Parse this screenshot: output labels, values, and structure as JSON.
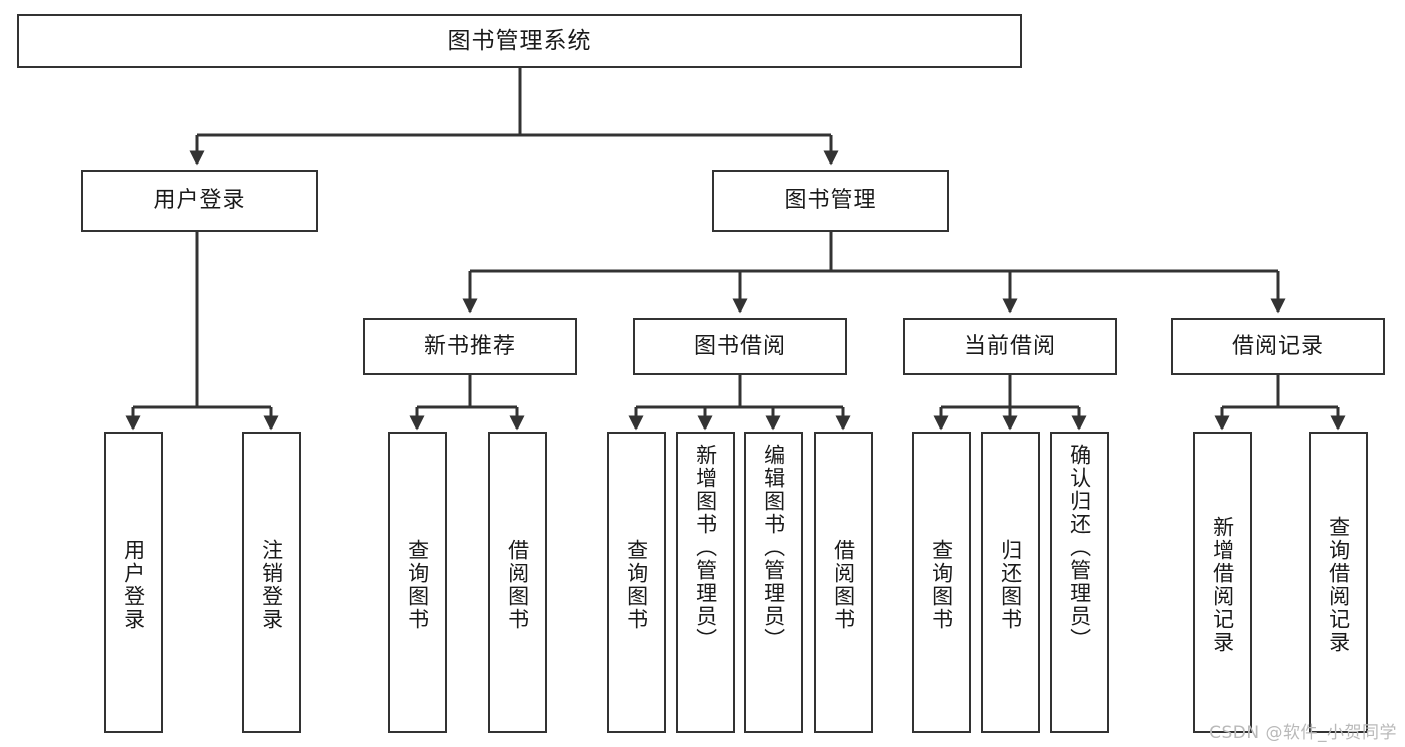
{
  "diagram": {
    "title": "图书管理系统",
    "type": "tree-hierarchy",
    "watermark": "CSDN @软件_小贺同学",
    "edge_color": "#333333",
    "box_border_color": "#333333",
    "background_color": "#ffffff",
    "text_color": "#1a1a1a"
  },
  "root": {
    "label": "图书管理系统"
  },
  "level2": [
    {
      "label": "用户登录"
    },
    {
      "label": "图书管理"
    }
  ],
  "level3": [
    {
      "label": "新书推荐"
    },
    {
      "label": "图书借阅"
    },
    {
      "label": "当前借阅"
    },
    {
      "label": "借阅记录"
    }
  ],
  "leaves": {
    "user_login": [
      {
        "label": "用户登录"
      },
      {
        "label": "注销登录"
      }
    ],
    "new_book_recommend": [
      {
        "label": "查询图书"
      },
      {
        "label": "借阅图书"
      }
    ],
    "book_borrow": [
      {
        "label": "查询图书"
      },
      {
        "label": "新增图书（管理员）"
      },
      {
        "label": "编辑图书（管理员）"
      },
      {
        "label": "借阅图书"
      }
    ],
    "current_borrow": [
      {
        "label": "查询图书"
      },
      {
        "label": "归还图书"
      },
      {
        "label": "确认归还（管理员）"
      }
    ],
    "borrow_record": [
      {
        "label": "新增借阅记录"
      },
      {
        "label": "查询借阅记录"
      }
    ]
  }
}
